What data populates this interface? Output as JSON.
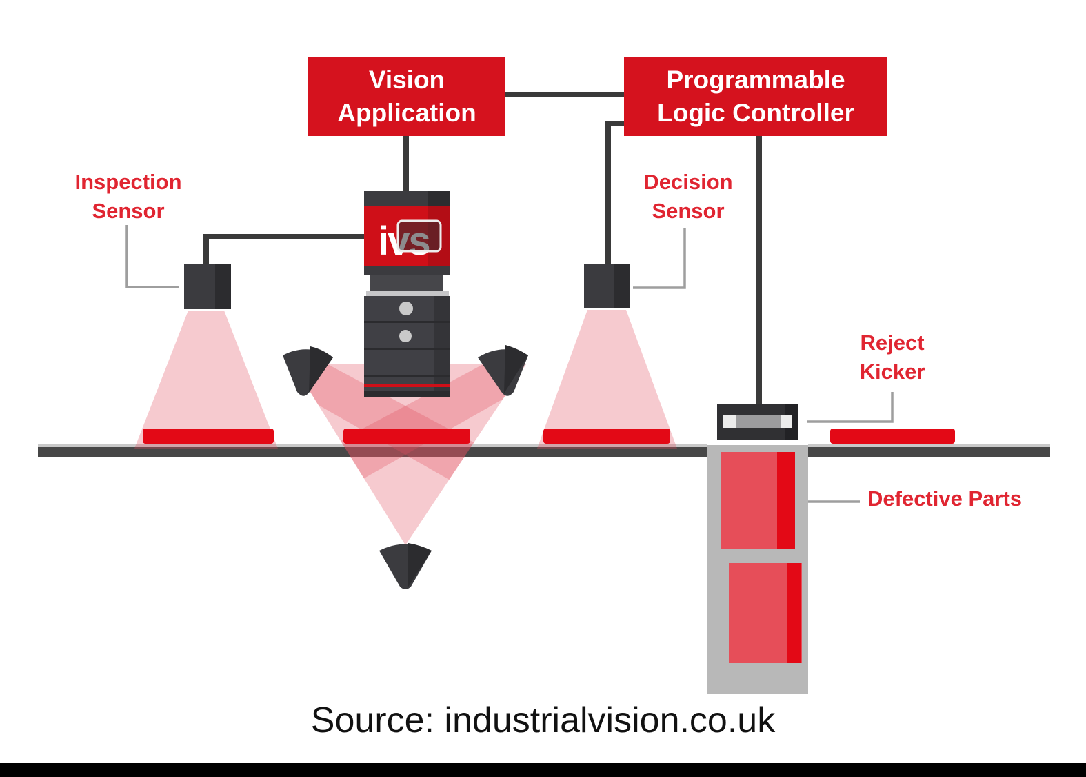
{
  "diagram": {
    "boxes": {
      "vision_application": {
        "line1": "Vision",
        "line2": "Application"
      },
      "plc": {
        "line1": "Programmable",
        "line2": "Logic Controller"
      }
    },
    "labels": {
      "inspection_sensor": {
        "line1": "Inspection",
        "line2": "Sensor"
      },
      "decision_sensor": {
        "line1": "Decision",
        "line2": "Sensor"
      },
      "reject_kicker": {
        "line1": "Reject",
        "line2": "Kicker"
      },
      "defective_parts": "Defective Parts"
    },
    "camera_logo": "ivs",
    "source_caption": "Source: industrialvision.co.uk"
  },
  "colors": {
    "box_red": "#d5121e",
    "label_red": "#e02531",
    "camera_red": "#cf0f18",
    "part_red": "#e30916",
    "part_red_light": "#e64e59",
    "beam_pink": "rgba(224,80,95,0.30)",
    "equip_dark": "#3b3b3f",
    "wire_dark": "#3a3a3a",
    "leader_gray": "#9e9e9e",
    "conveyor_dark": "#474747",
    "conveyor_light": "#c9c9c9",
    "bin_gray": "#b8b8b8",
    "bar_black": "#000000"
  }
}
